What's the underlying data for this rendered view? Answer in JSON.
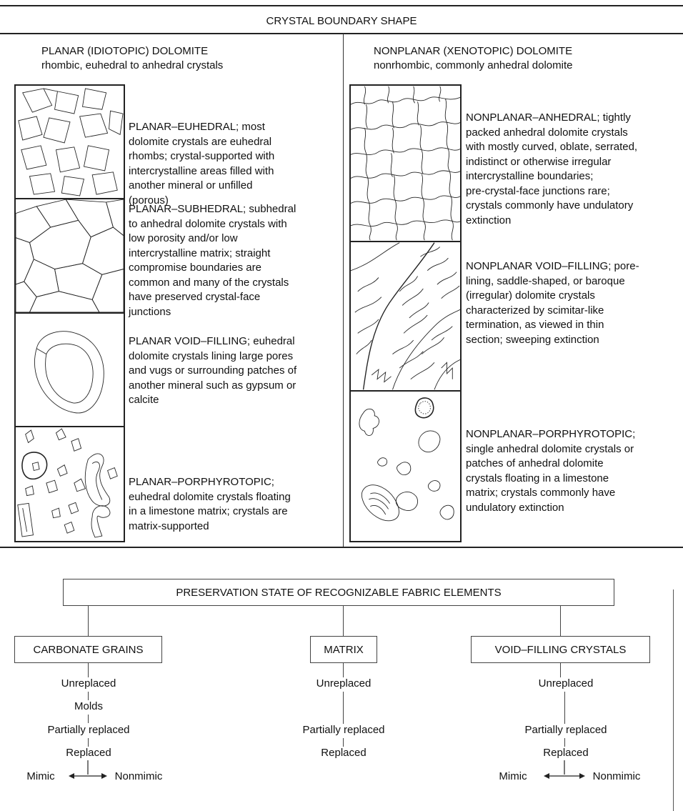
{
  "header": {
    "title": "CRYSTAL BOUNDARY SHAPE"
  },
  "planar": {
    "heading": "PLANAR (IDIOTOPIC) DOLOMITE",
    "subheading": "rhombic, euhedral to anhedral crystals",
    "items": [
      {
        "lines": [
          "PLANAR–EUHEDRAL; most",
          "dolomite crystals are euhedral",
          "rhombs; crystal-supported with",
          "intercrystalline areas filled with",
          "another mineral or unfilled",
          "(porous)"
        ]
      },
      {
        "lines": [
          "PLANAR–SUBHEDRAL; subhedral",
          "to anhedral dolomite crystals with",
          "low porosity and/or low",
          "intercrystalline matrix; straight",
          "compromise boundaries are",
          "common and many of the crystals",
          "have preserved crystal-face",
          "junctions"
        ]
      },
      {
        "lines": [
          "PLANAR VOID–FILLING; euhedral",
          "dolomite crystals lining large pores",
          "and vugs or surrounding patches of",
          "another mineral such as gypsum or",
          "calcite"
        ]
      },
      {
        "lines": [
          "PLANAR–PORPHYROTOPIC;",
          "euhedral dolomite crystals floating",
          "in a limestone matrix; crystals are",
          "matrix-supported"
        ]
      }
    ]
  },
  "nonplanar": {
    "heading": "NONPLANAR (XENOTOPIC) DOLOMITE",
    "subheading": "nonrhombic, commonly anhedral dolomite",
    "items": [
      {
        "lines": [
          "NONPLANAR–ANHEDRAL; tightly",
          "packed anhedral dolomite crystals",
          "with mostly curved, oblate, serrated,",
          "indistinct or otherwise irregular",
          "intercrystalline boundaries;",
          "pre-crystal-face junctions rare;",
          "crystals commonly have undulatory",
          "extinction"
        ]
      },
      {
        "lines": [
          "NONPLANAR VOID–FILLING; pore-",
          "lining, saddle-shaped, or baroque",
          "(irregular) dolomite crystals",
          "characterized by scimitar-like",
          "termination, as viewed in thin",
          "section; sweeping extinction"
        ]
      },
      {
        "lines": [
          "NONPLANAR–PORPHYROTOPIC;",
          "single anhedral dolomite crystals or",
          "patches of anhedral dolomite",
          "crystals floating in a limestone",
          "matrix; crystals commonly have",
          "undulatory extinction"
        ]
      }
    ]
  },
  "preservation": {
    "title": "PRESERVATION STATE OF RECOGNIZABLE FABRIC ELEMENTS",
    "columns": [
      {
        "label": "CARBONATE GRAINS",
        "unreplaced": "Unreplaced",
        "molds": "Molds",
        "partial": "Partially replaced",
        "replaced": "Replaced",
        "mimic": "Mimic",
        "nonmimic": "Nonmimic"
      },
      {
        "label": "MATRIX",
        "unreplaced": "Unreplaced",
        "partial": "Partially replaced",
        "replaced": "Replaced"
      },
      {
        "label": "VOID–FILLING CRYSTALS",
        "unreplaced": "Unreplaced",
        "partial": "Partially replaced",
        "replaced": "Replaced",
        "mimic": "Mimic",
        "nonmimic": "Nonmimic"
      }
    ]
  }
}
